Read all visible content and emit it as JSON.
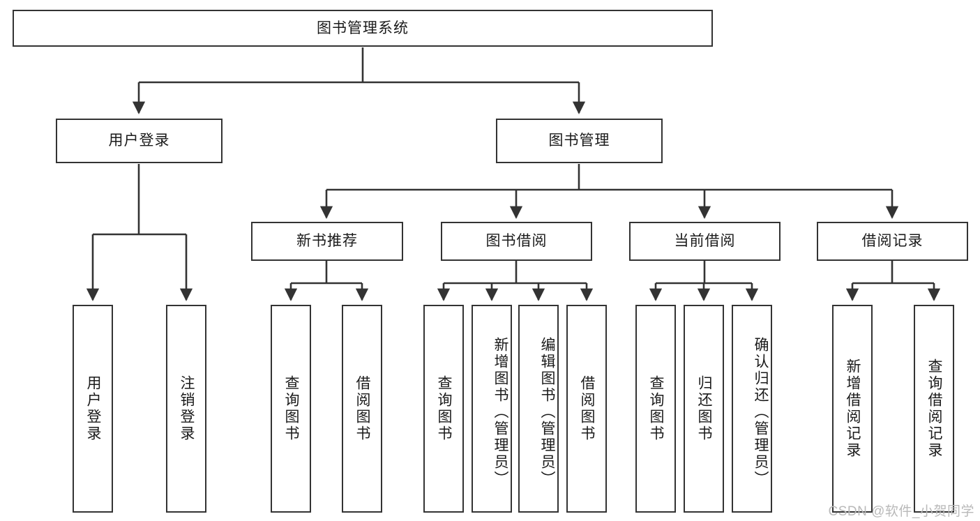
{
  "diagram": {
    "title": "图书管理系统",
    "type": "tree",
    "orientation": "top-down",
    "colors": {
      "stroke": "#333333",
      "fill": "#ffffff",
      "text": "#1a1a1a",
      "watermark": "#b9b9b9"
    },
    "root": {
      "label": "图书管理系统",
      "orientation": "horizontal"
    },
    "level2": [
      {
        "label": "用户登录",
        "orientation": "horizontal"
      },
      {
        "label": "图书管理",
        "orientation": "horizontal"
      }
    ],
    "level3": [
      {
        "label": "新书推荐",
        "orientation": "horizontal"
      },
      {
        "label": "图书借阅",
        "orientation": "horizontal"
      },
      {
        "label": "当前借阅",
        "orientation": "horizontal"
      },
      {
        "label": "借阅记录",
        "orientation": "horizontal"
      }
    ],
    "leaves": {
      "user_login": [
        {
          "label": "用户登录",
          "orientation": "vertical"
        },
        {
          "label": "注销登录",
          "orientation": "vertical"
        }
      ],
      "new_book_recommend": [
        {
          "label": "查询图书",
          "orientation": "vertical"
        },
        {
          "label": "借阅图书",
          "orientation": "vertical"
        }
      ],
      "book_borrow": [
        {
          "label": "查询图书",
          "orientation": "vertical"
        },
        {
          "label": "新增图书（管理员）",
          "orientation": "vertical"
        },
        {
          "label": "编辑图书（管理员）",
          "orientation": "vertical"
        },
        {
          "label": "借阅图书",
          "orientation": "vertical"
        }
      ],
      "current_borrow": [
        {
          "label": "查询图书",
          "orientation": "vertical"
        },
        {
          "label": "归还图书",
          "orientation": "vertical"
        },
        {
          "label": "确认归还（管理员）",
          "orientation": "vertical"
        }
      ],
      "borrow_record": [
        {
          "label": "新增借阅记录",
          "orientation": "vertical"
        },
        {
          "label": "查询借阅记录",
          "orientation": "vertical"
        }
      ]
    }
  },
  "watermark": {
    "text": "CSDN @软件_小贺同学"
  }
}
